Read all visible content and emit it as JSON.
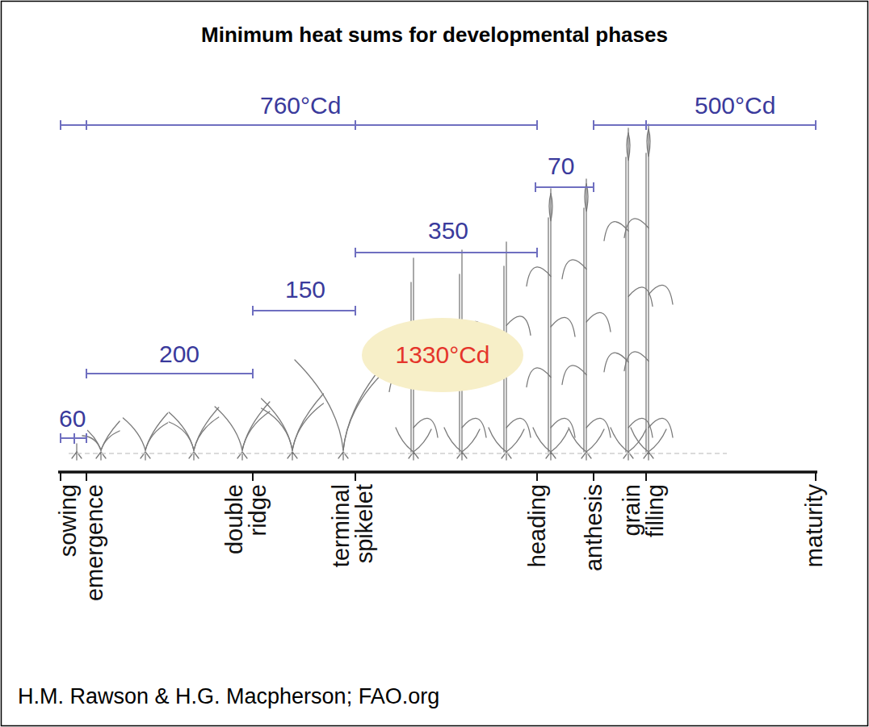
{
  "diagram": {
    "title": "Minimum heat sums for developmental phases",
    "caption": "H.M. Rawson & H.G. Macpherson; FAO.org",
    "nodes": [
      {
        "text": [
          "1330°Cd"
        ]
      }
    ],
    "labels": [
      "760°Cd",
      "500°Cd",
      "70",
      "350",
      "150",
      "200",
      "60",
      "sowing",
      "emergence",
      "double ridge",
      "terminal spikelet",
      "heading",
      "anthesis",
      "grain filling",
      "maturity"
    ]
  }
}
